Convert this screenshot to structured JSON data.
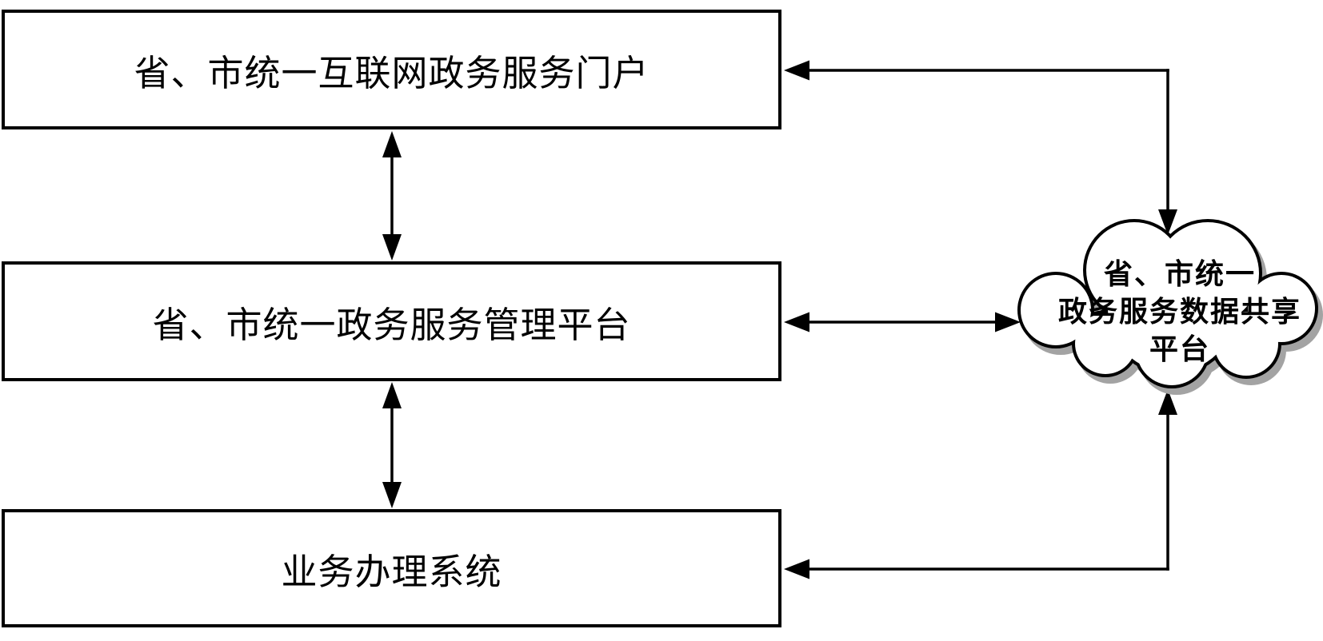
{
  "diagram": {
    "boxes": [
      {
        "label": "省、市统一互联网政务服务门户"
      },
      {
        "label": "省、市统一政务服务管理平台"
      },
      {
        "label": "业务办理系统"
      }
    ],
    "cloud": {
      "label": "省、市统一政务服务数据共享平台",
      "lines": [
        "省、市统一",
        "政务服务数据共享",
        "平台"
      ]
    },
    "connections": [
      {
        "from": "portal",
        "to": "management-platform",
        "direction": "both"
      },
      {
        "from": "management-platform",
        "to": "business-system",
        "direction": "both"
      },
      {
        "from": "data-sharing-cloud",
        "to": "portal",
        "direction": "both"
      },
      {
        "from": "management-platform",
        "to": "data-sharing-cloud",
        "direction": "both"
      },
      {
        "from": "business-system",
        "to": "data-sharing-cloud",
        "direction": "both"
      }
    ],
    "colors": {
      "line": "#000000",
      "node_border": "#000000",
      "node_fill": "#ffffff",
      "cloud_fill": "#ffffff",
      "cloud_shadow": "#a3a3a3",
      "background": "#ffffff"
    }
  }
}
